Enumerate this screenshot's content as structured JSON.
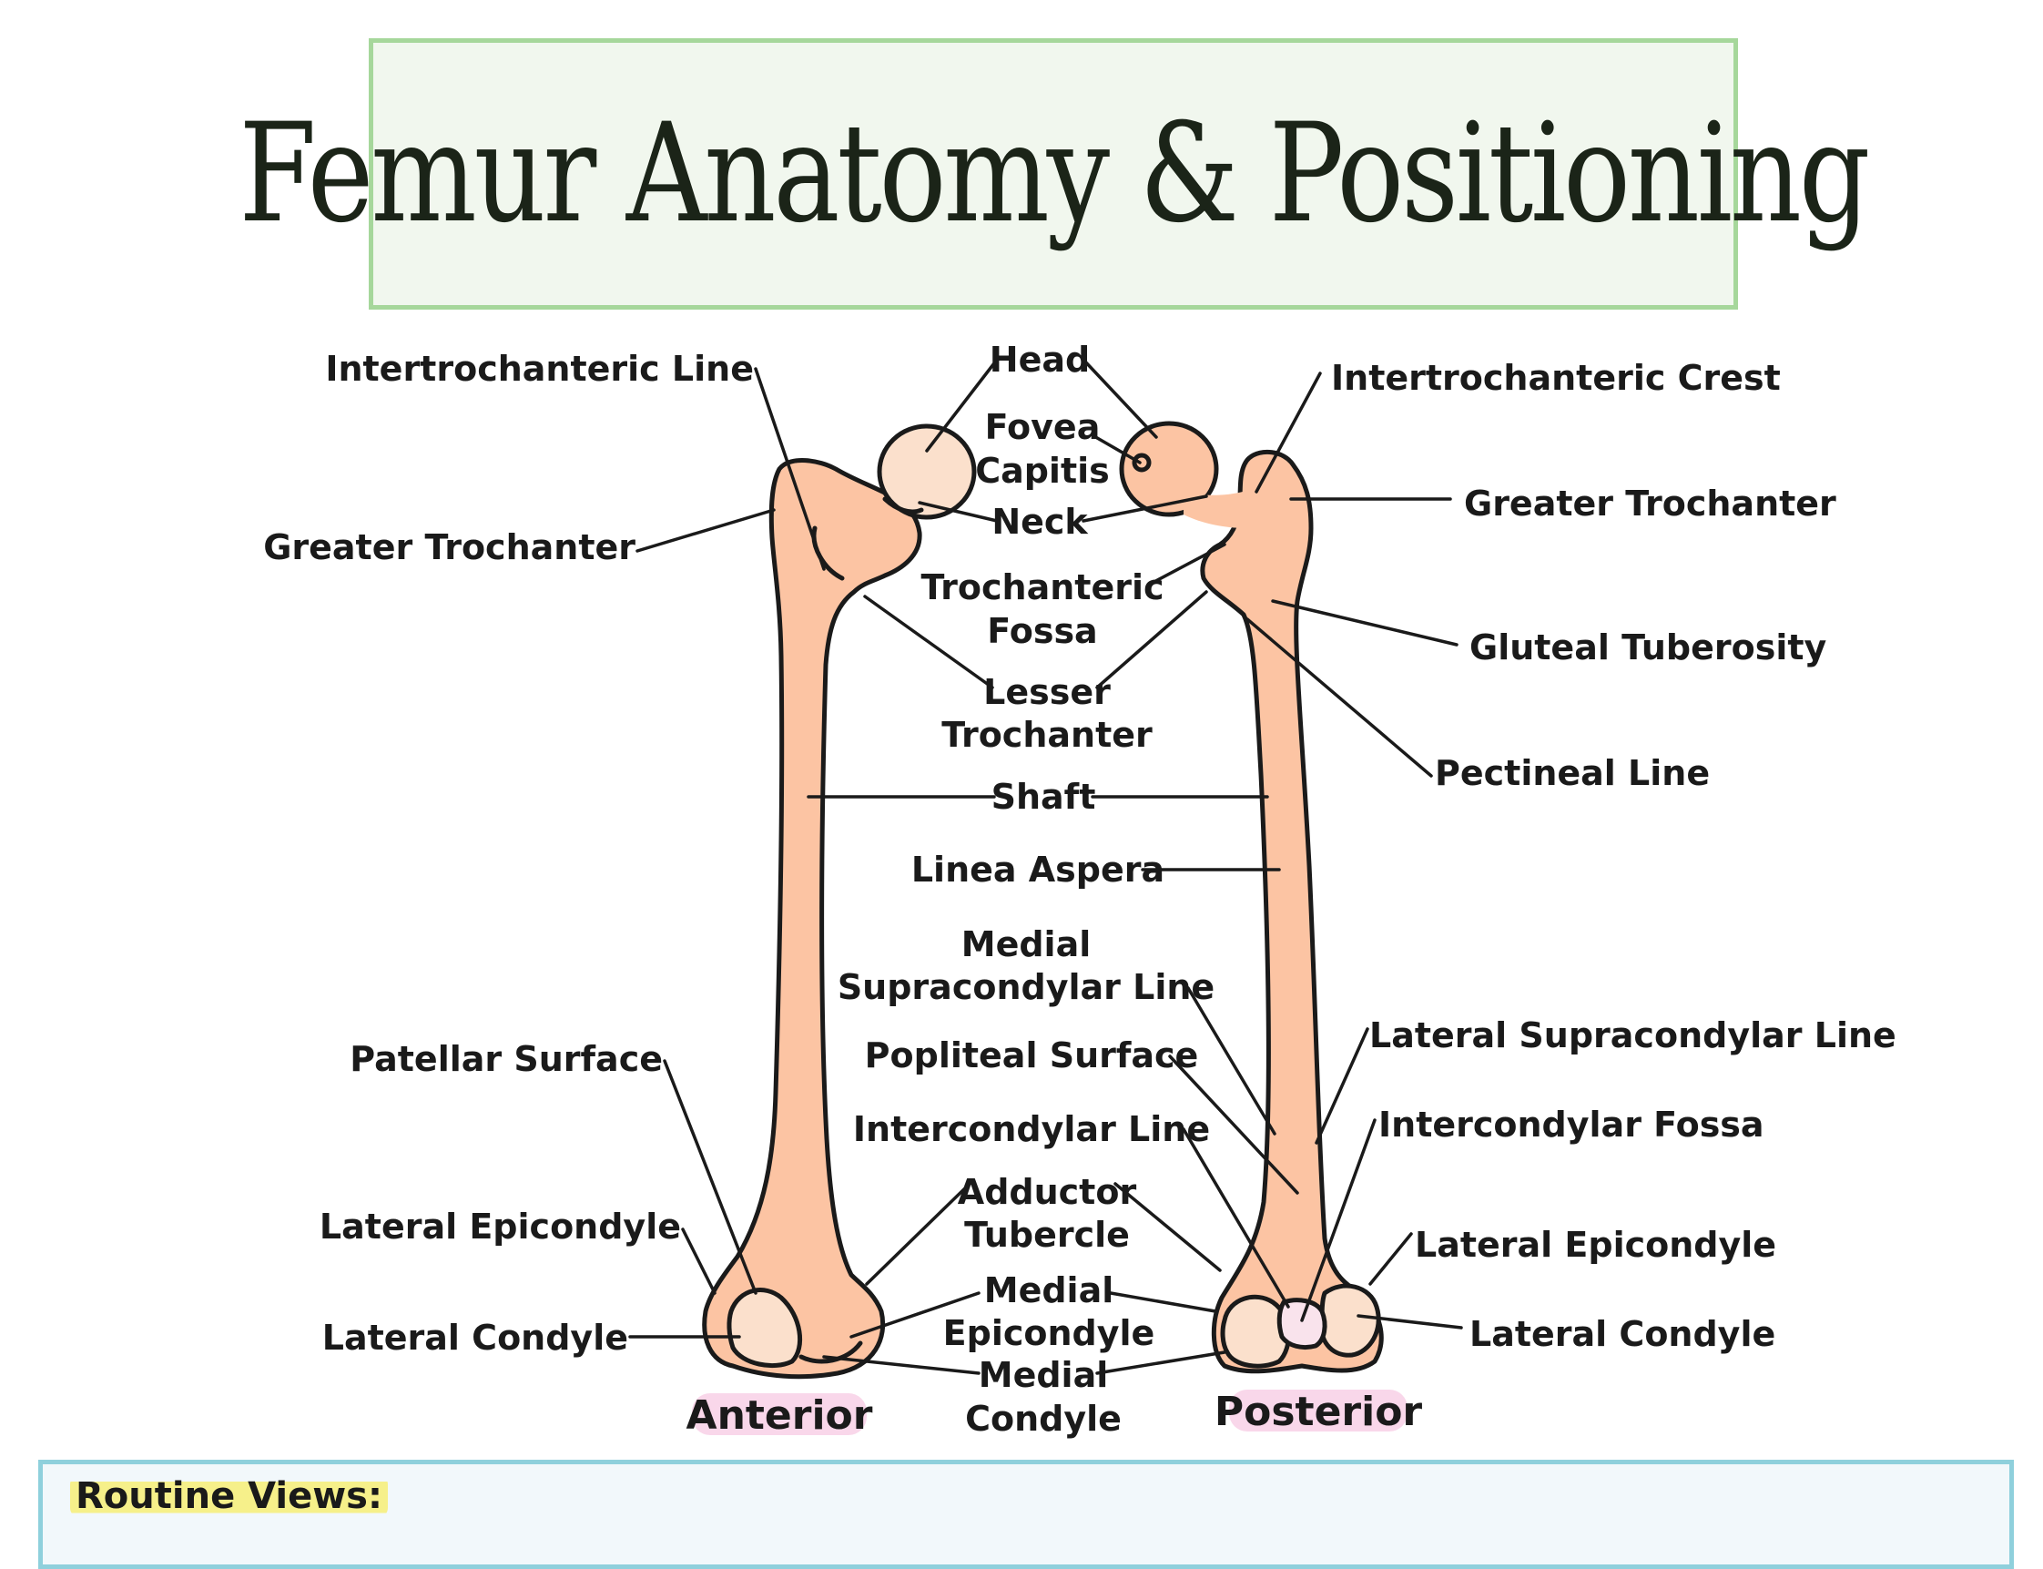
{
  "title": "Femur Anatomy & Positioning",
  "views": {
    "anterior": "Anterior",
    "posterior": "Posterior"
  },
  "labels": {
    "intertrochanteric_line": "Intertrochanteric Line",
    "greater_trochanter_left": "Greater Trochanter",
    "head": "Head",
    "fovea_1": "Fovea",
    "fovea_2": "Capitis",
    "neck": "Neck",
    "trochanteric_fossa_1": "Trochanteric",
    "trochanteric_fossa_2": "Fossa",
    "lesser_trochanter_1": "Lesser",
    "lesser_trochanter_2": "Trochanter",
    "shaft": "Shaft",
    "linea_aspera": "Linea Aspera",
    "medial_supracondylar_1": "Medial",
    "medial_supracondylar_2": "Supracondylar Line",
    "popliteal_surface": "Popliteal Surface",
    "intercondylar_line": "Intercondylar Line",
    "adductor_tubercle_1": "Adductor",
    "adductor_tubercle_2": "Tubercle",
    "medial_epicondyle_1": "Medial",
    "medial_epicondyle_2": "Epicondyle",
    "medial_condyle_1": "Medial",
    "medial_condyle_2": "Condyle",
    "intertrochanteric_crest": "Intertrochanteric Crest",
    "greater_trochanter_right": "Greater Trochanter",
    "gluteal_tuberosity": "Gluteal Tuberosity",
    "pectineal_line": "Pectineal Line",
    "lateral_supracondylar": "Lateral Supracondylar Line",
    "intercondylar_fossa": "Intercondylar Fossa",
    "lateral_epicondyle_right": "Lateral Epicondyle",
    "lateral_condyle_right": "Lateral Condyle",
    "patellar_surface": "Patellar Surface",
    "lateral_epicondyle_left": "Lateral Epicondyle",
    "lateral_condyle_left": "Lateral Condyle"
  },
  "routine": {
    "title": "Routine Views:"
  },
  "colors": {
    "bone": "#fcc4a3",
    "condyle": "#fbe0cc",
    "outline": "#1a1a1a",
    "title_border": "#a6d79b",
    "routine_border": "#8fd0dc",
    "highlight_pink": "#f9d7ea",
    "highlight_yellow": "#f6f08a"
  }
}
